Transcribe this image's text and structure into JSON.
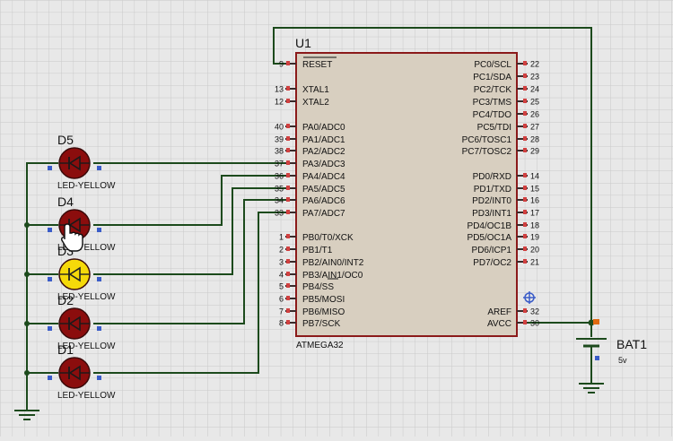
{
  "chip": {
    "ref": "U1",
    "part": "ATMEGA32",
    "left_pins": [
      {
        "num": "9",
        "label": "RESET"
      },
      {
        "num": "13",
        "label": "XTAL1"
      },
      {
        "num": "12",
        "label": "XTAL2"
      },
      {
        "num": "40",
        "label": "PA0/ADC0"
      },
      {
        "num": "39",
        "label": "PA1/ADC1"
      },
      {
        "num": "38",
        "label": "PA2/ADC2"
      },
      {
        "num": "37",
        "label": "PA3/ADC3"
      },
      {
        "num": "36",
        "label": "PA4/ADC4"
      },
      {
        "num": "35",
        "label": "PA5/ADC5"
      },
      {
        "num": "34",
        "label": "PA6/ADC6"
      },
      {
        "num": "33",
        "label": "PA7/ADC7"
      },
      {
        "num": "1",
        "label": "PB0/T0/XCK"
      },
      {
        "num": "2",
        "label": "PB1/T1"
      },
      {
        "num": "3",
        "label": "PB2/AIN0/INT2"
      },
      {
        "num": "4",
        "label": "PB3/AIN1/OC0"
      },
      {
        "num": "5",
        "label": "PB4/SS"
      },
      {
        "num": "6",
        "label": "PB5/MOSI"
      },
      {
        "num": "7",
        "label": "PB6/MISO"
      },
      {
        "num": "8",
        "label": "PB7/SCK"
      }
    ],
    "right_pins": [
      {
        "num": "22",
        "label": "PC0/SCL"
      },
      {
        "num": "23",
        "label": "PC1/SDA"
      },
      {
        "num": "24",
        "label": "PC2/TCK"
      },
      {
        "num": "25",
        "label": "PC3/TMS"
      },
      {
        "num": "26",
        "label": "PC4/TDO"
      },
      {
        "num": "27",
        "label": "PC5/TDI"
      },
      {
        "num": "28",
        "label": "PC6/TOSC1"
      },
      {
        "num": "29",
        "label": "PC7/TOSC2"
      },
      {
        "num": "14",
        "label": "PD0/RXD"
      },
      {
        "num": "15",
        "label": "PD1/TXD"
      },
      {
        "num": "16",
        "label": "PD2/INT0"
      },
      {
        "num": "17",
        "label": "PD3/INT1"
      },
      {
        "num": "18",
        "label": "PD4/OC1B"
      },
      {
        "num": "19",
        "label": "PD5/OC1A"
      },
      {
        "num": "20",
        "label": "PD6/ICP1"
      },
      {
        "num": "21",
        "label": "PD7/OC2"
      },
      {
        "num": "32",
        "label": "AREF"
      },
      {
        "num": "30",
        "label": "AVCC"
      }
    ]
  },
  "leds": [
    {
      "ref": "D5",
      "part": "LED-YELLOW",
      "lit": false
    },
    {
      "ref": "D4",
      "part": "LED-YELLOW",
      "lit": false
    },
    {
      "ref": "D3",
      "part": "LED-YELLOW",
      "lit": true
    },
    {
      "ref": "D2",
      "part": "LED-YELLOW",
      "lit": false
    },
    {
      "ref": "D1",
      "part": "LED-YELLOW",
      "lit": false
    }
  ],
  "battery": {
    "ref": "BAT1",
    "value": "5v"
  },
  "colors": {
    "background": "#e8e8e8",
    "grid": "#c9c9c9",
    "chip_fill": "#d8cfc0",
    "chip_border": "#8b1a1a",
    "wire": "#1c4a1c",
    "pin_stub": "#3a2a2a",
    "led_off": "#8b0d0d",
    "led_on": "#f5d90a",
    "text": "#111111",
    "node": "#e06a10",
    "port_blue": "#3a5cc8"
  },
  "icons": {
    "cursor": "hand-pointer-icon",
    "probe": "crosshair-probe-icon"
  }
}
